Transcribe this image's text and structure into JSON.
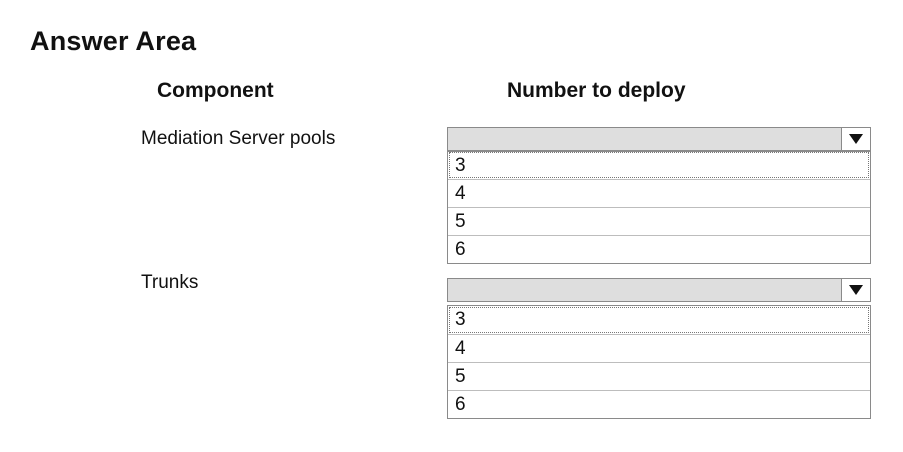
{
  "title": "Answer Area",
  "headers": {
    "component": "Component",
    "number_to_deploy": "Number to deploy"
  },
  "rows": [
    {
      "label": "Mediation Server pools",
      "selected": "",
      "options": [
        "3",
        "4",
        "5",
        "6"
      ]
    },
    {
      "label": "Trunks",
      "selected": "",
      "options": [
        "3",
        "4",
        "5",
        "6"
      ]
    }
  ],
  "icons": {
    "dropdown_arrow": "triangle-down-icon"
  }
}
